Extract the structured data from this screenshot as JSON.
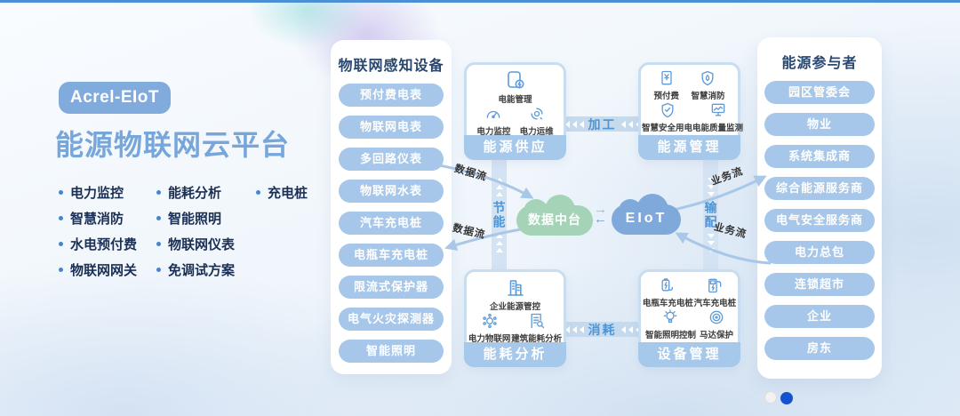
{
  "hero": {
    "badge": "Acrel-EIoT",
    "title": "能源物联网云平台",
    "feature_columns": [
      [
        "电力监控",
        "智慧消防",
        "水电预付费",
        "物联网网关"
      ],
      [
        "能耗分析",
        "智能照明",
        "物联网仪表",
        "免调试方案"
      ],
      [
        "充电桩"
      ]
    ]
  },
  "devices": {
    "title": "物联网感知设备",
    "items": [
      "预付费电表",
      "物联网电表",
      "多回路仪表",
      "物联网水表",
      "汽车充电桩",
      "电瓶车充电桩",
      "限流式保护器",
      "电气火灾探测器",
      "智能照明"
    ]
  },
  "participants": {
    "title": "能源参与者",
    "items": [
      "园区管委会",
      "物业",
      "系统集成商",
      "综合能源服务商",
      "电气安全服务商",
      "电力总包",
      "连锁超市",
      "企业",
      "房东"
    ]
  },
  "diagram": {
    "supply": {
      "title": "能源供应",
      "items": [
        {
          "icon": "energy-management-icon",
          "label": "电能管理"
        },
        {
          "icon": "power-monitoring-icon",
          "label": "电力监控"
        },
        {
          "icon": "power-operation-icon",
          "label": "电力运维"
        }
      ]
    },
    "management": {
      "title": "能源管理",
      "items": [
        {
          "icon": "prepayment-icon",
          "label": "预付费"
        },
        {
          "icon": "fire-protection-icon",
          "label": "智慧消防"
        },
        {
          "icon": "safe-electricity-icon",
          "label": "智慧安全用电"
        },
        {
          "icon": "power-quality-icon",
          "label": "电能质量监测"
        }
      ]
    },
    "analysis": {
      "title": "能耗分析",
      "items": [
        {
          "icon": "enterprise-energy-icon",
          "label": "企业能源管控"
        },
        {
          "icon": "power-iot-icon",
          "label": "电力物联网"
        },
        {
          "icon": "building-energy-icon",
          "label": "建筑能耗分析"
        }
      ]
    },
    "equipment": {
      "title": "设备管理",
      "items": [
        {
          "icon": "ebike-charging-icon",
          "label": "电瓶车充电桩"
        },
        {
          "icon": "car-charging-icon",
          "label": "汽车充电桩"
        },
        {
          "icon": "smart-lighting-icon",
          "label": "智能照明控制"
        },
        {
          "icon": "motor-protection-icon",
          "label": "马达保护"
        }
      ]
    },
    "clouds": {
      "data_hub": "数据中台",
      "eiot": "EIoT"
    },
    "flow_labels": {
      "top": "加工",
      "bottom": "消耗",
      "left": "节能",
      "right": "输配"
    },
    "arrow_labels": {
      "data_flow": "数据流",
      "business_flow": "业务流"
    },
    "exchange_icons": {
      "right": "→",
      "left": "←"
    }
  },
  "pagination": {
    "dot_count": 2,
    "active_index": 1
  },
  "colors": {
    "top_line": "#4b90d5",
    "pill": "#a6c7e9",
    "badge": "#81aadd",
    "title_text": "#77a6da",
    "cloud_green": "#a5d3b8",
    "cloud_blue": "#7ea9da",
    "band_label": "#4f94d4",
    "arrow": "#a9c8e8",
    "active_dot": "#1552d0"
  }
}
